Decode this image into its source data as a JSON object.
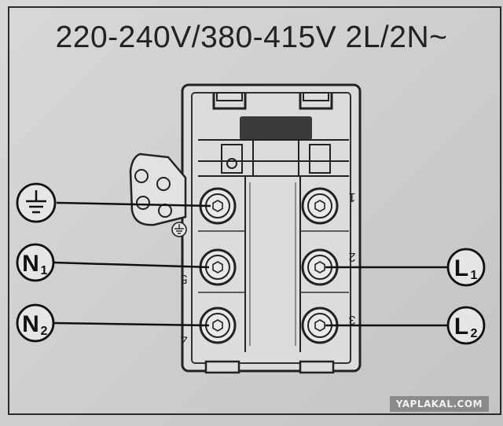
{
  "title": "220-240V/380-415V 2L/2N~",
  "terminals": {
    "n1_label": "N",
    "n1_sub": "1",
    "n2_label": "N",
    "n2_sub": "2",
    "l1_label": "L",
    "l1_sub": "1",
    "l2_label": "L",
    "l2_sub": "2",
    "num_1": "1",
    "num_2": "2",
    "num_3": "3",
    "num_4": "4",
    "num_5": "5"
  },
  "icons": {
    "ground": "earth-ground-icon",
    "ground_small": "earth-ground-small-icon"
  },
  "watermark": "YAPLAKAL.COM"
}
